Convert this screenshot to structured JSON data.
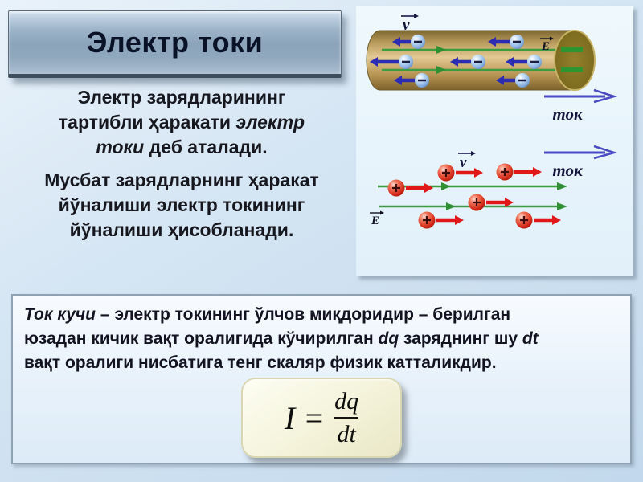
{
  "title": "Электр токи",
  "left_text": {
    "p1_l1": "Электр зарядларининг",
    "p1_l2_pre": "тартибли ҳаракати ",
    "p1_l2_it": "электр",
    "p1_l3_it": "токи",
    "p1_l3_post": " деб аталади.",
    "p2_l1": "Мусбат зарядларнинг ҳаракат",
    "p2_l2": "йўналиши электр токининг",
    "p2_l3": "йўналиши ҳисобланади."
  },
  "diagram": {
    "conductor_section": {
      "velocity_label": "v",
      "field_label": "E",
      "current_label": "ток",
      "electron_charge_sign": "−"
    },
    "charges_section": {
      "velocity_label": "v",
      "field_label": "E",
      "current_label": "ток",
      "positive_charge_sign": "+"
    }
  },
  "bottom_box": {
    "l1_it": "Ток кучи",
    "l1_rest": " – электр токининг ўлчов миқдоридир – берилган",
    "l2_pre": "юзадан кичик вақт оралигида кўчирилган ",
    "l2_it1": "dq",
    "l2_mid": " заряднинг шу ",
    "l2_it2": "dt",
    "l3": "вақт оралиги нисбатига тенг скаляр физик катталикдир."
  },
  "formula": {
    "lhs": "I =",
    "numerator": "dq",
    "denominator": "dt"
  },
  "colors": {
    "slide_background": "#cfe2f2",
    "title_plaque": "#8ca4ba",
    "title_text": "#0a1228",
    "body_text": "#17171f",
    "current_arrow_blue": "#4a4ac2",
    "electron_arrow_blue": "#2b2bb3",
    "field_line_green": "#3e9c40",
    "positive_red": "#d32b18",
    "conductor_gold": "#d9bc82",
    "formula_box_cream": "#f4f3da"
  }
}
